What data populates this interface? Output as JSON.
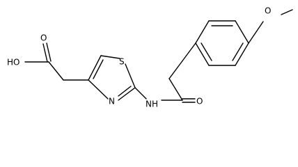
{
  "molecule": {
    "atoms": {
      "hydroxyl": "HO",
      "carbonyl_oxygen_acid": "O",
      "ring_sulfur": "S",
      "ring_nitrogen": "N",
      "amide_nh": "NH",
      "carbonyl_oxygen_amide": "O",
      "methoxy_oxygen": "O"
    }
  },
  "colors": {
    "bond": "#000000",
    "background": "#ffffff"
  }
}
